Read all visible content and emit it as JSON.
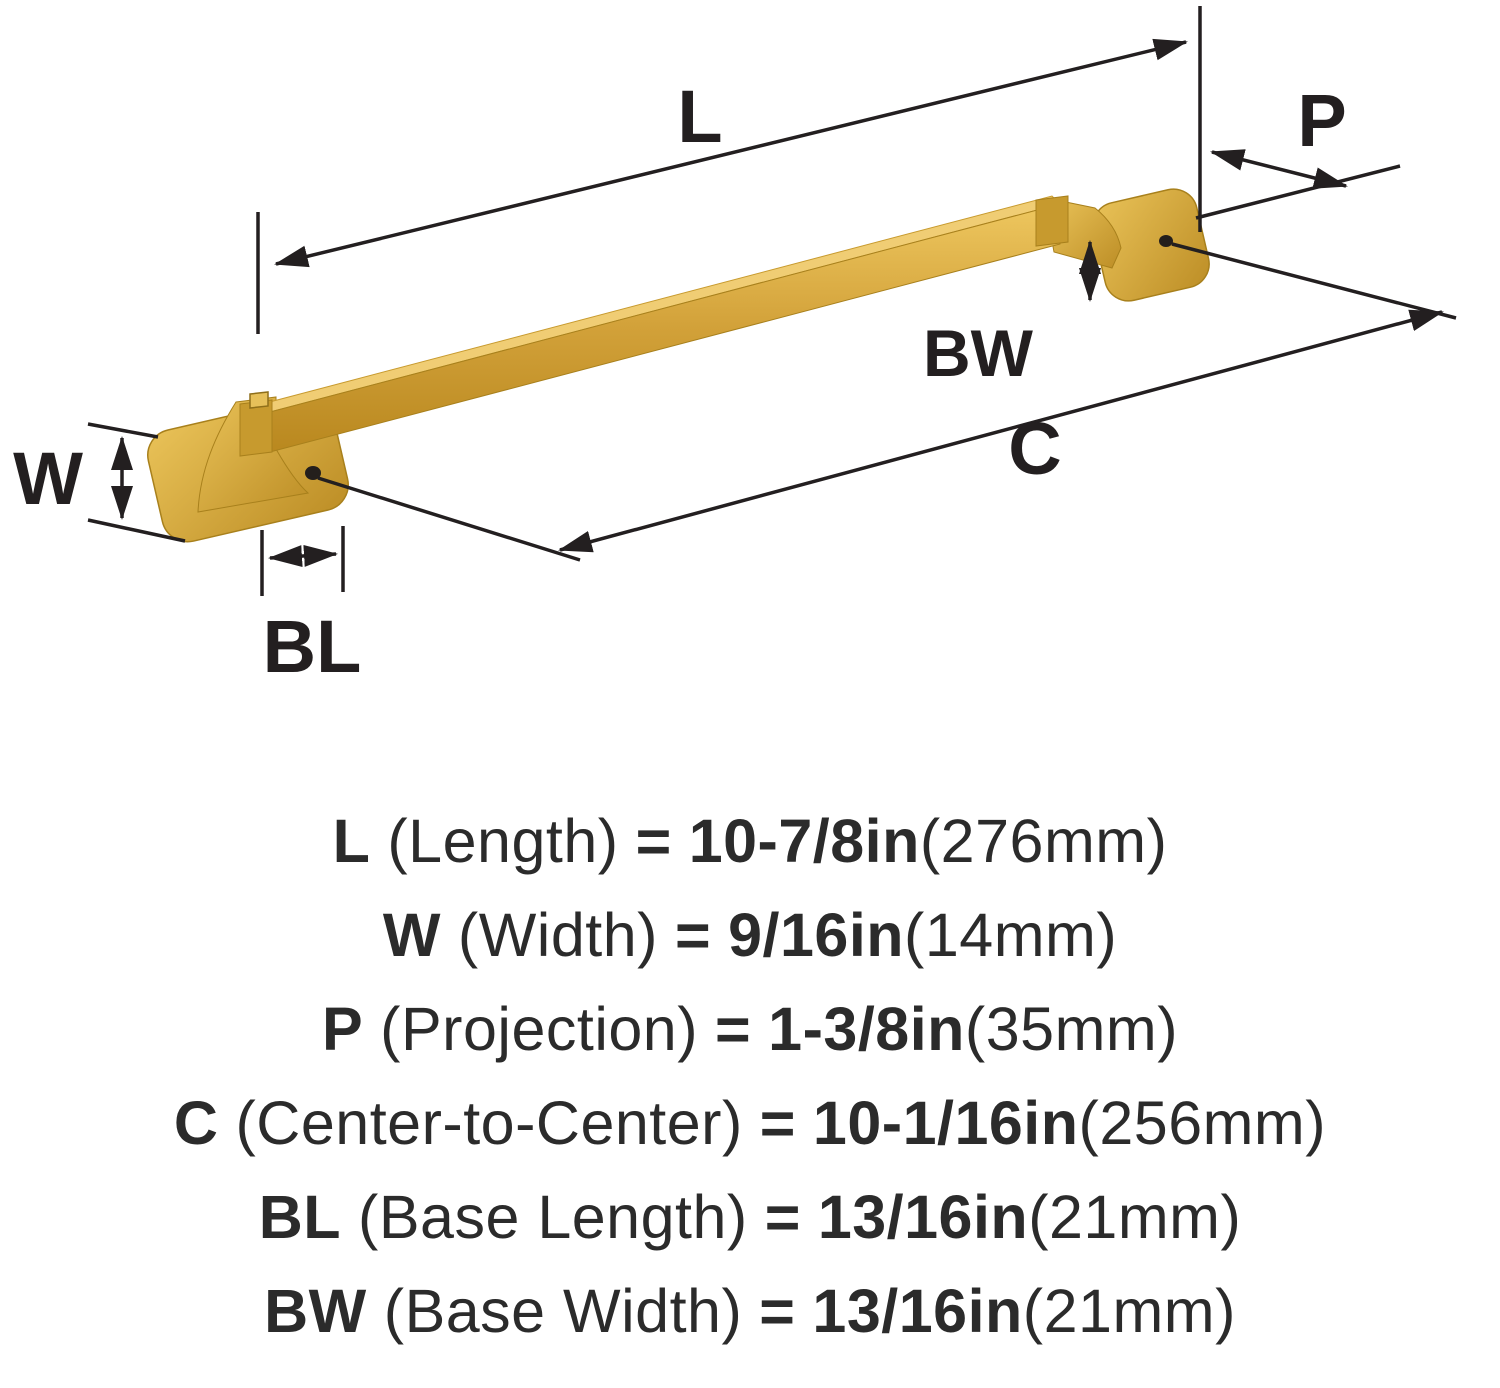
{
  "diagram": {
    "labels": {
      "l": "L",
      "p": "P",
      "bw": "BW",
      "c": "C",
      "w": "W",
      "bl": "BL"
    }
  },
  "legend": {
    "equals": "=",
    "rows": [
      {
        "sym": "L",
        "name": "(Length)",
        "val": "10-7/8in",
        "unit": "(276mm)"
      },
      {
        "sym": "W",
        "name": "(Width)",
        "val": "9/16in",
        "unit": "(14mm)"
      },
      {
        "sym": "P",
        "name": "(Projection)",
        "val": "1-3/8in",
        "unit": "(35mm)"
      },
      {
        "sym": "C",
        "name": "(Center-to-Center)",
        "val": "10-1/16in",
        "unit": "(256mm)"
      },
      {
        "sym": "BL",
        "name": "(Base Length)",
        "val": "13/16in",
        "unit": "(21mm)"
      },
      {
        "sym": "BW",
        "name": "(Base Width)",
        "val": "13/16in",
        "unit": "(21mm)"
      }
    ]
  },
  "colors": {
    "gold": "#d2a139",
    "gold_light": "#eec75f",
    "gold_dark": "#b9881f",
    "line": "#231f20",
    "hole": "#241f1c"
  }
}
